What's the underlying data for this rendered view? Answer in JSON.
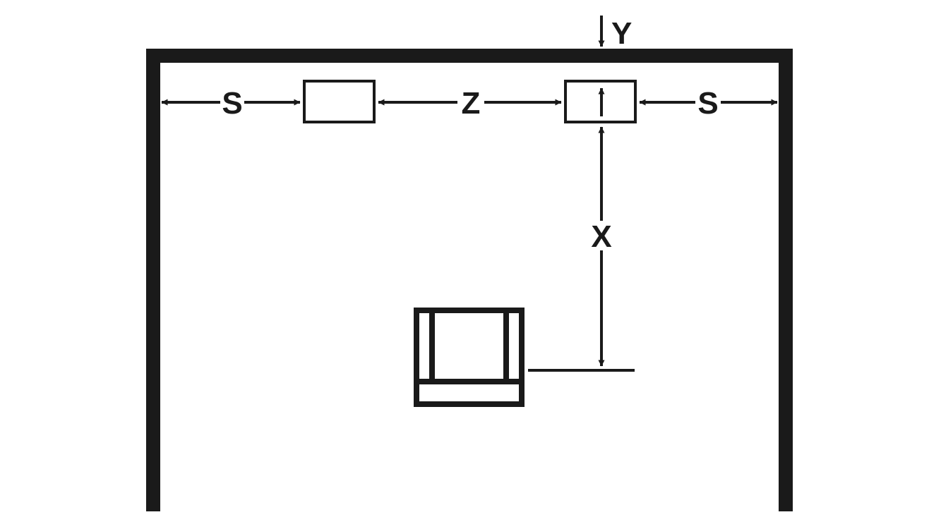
{
  "labels": {
    "y": "Y",
    "s_left": "S",
    "z": "Z",
    "s_right": "S",
    "x": "X"
  },
  "colors": {
    "line": "#1a1a1a",
    "background": "#ffffff"
  },
  "icons": {
    "arrow": "arrow-icon",
    "armchair": "armchair-icon"
  }
}
